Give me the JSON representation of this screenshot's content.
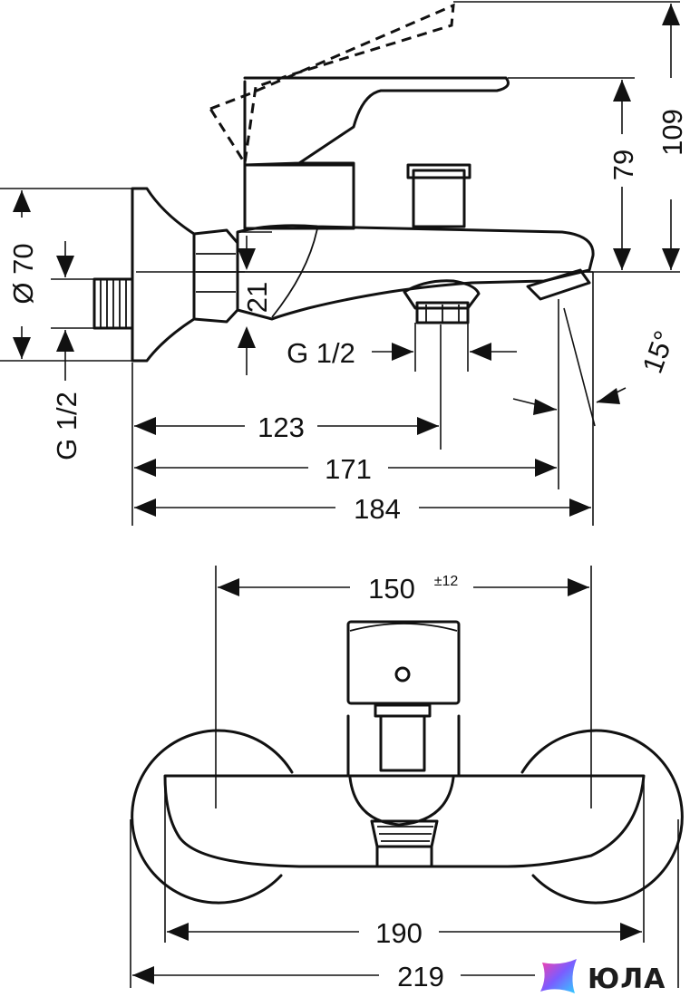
{
  "side_view": {
    "dims": {
      "height_109": "109",
      "height_79": "79",
      "diameter_70": "Ø 70",
      "thread_left": "G 1/2",
      "offset_21": "21",
      "thread_bottom": "G 1/2",
      "angle": "15°",
      "len_123": "123",
      "len_171": "171",
      "len_184": "184"
    }
  },
  "top_view": {
    "dims": {
      "center_distance": "150",
      "center_tolerance": "±12",
      "width_190": "190",
      "width_219": "219"
    }
  },
  "watermark": {
    "text": "ЮЛА",
    "colors": [
      "#ff3ea5",
      "#7b5cff",
      "#2fd1ff"
    ]
  }
}
